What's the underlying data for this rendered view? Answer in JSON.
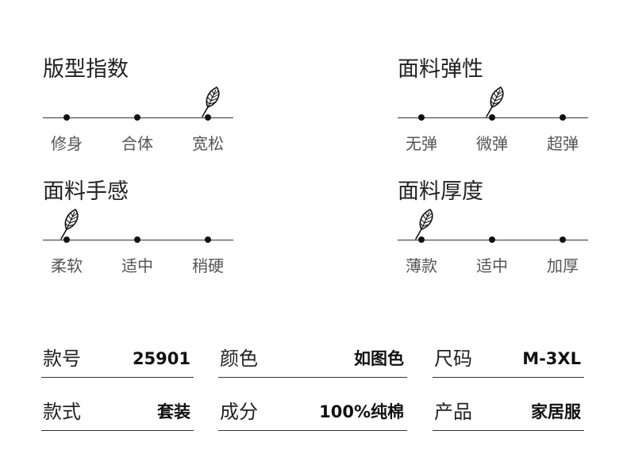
{
  "scales": [
    {
      "title": "版型指数",
      "options": [
        "修身",
        "合体",
        "宽松"
      ],
      "selected": 2
    },
    {
      "title": "面料弹性",
      "options": [
        "无弹",
        "微弹",
        "超弹"
      ],
      "selected": 1
    },
    {
      "title": "面料手感",
      "options": [
        "柔软",
        "适中",
        "稍硬"
      ],
      "selected": 0
    },
    {
      "title": "面料厚度",
      "options": [
        "薄款",
        "适中",
        "加厚"
      ],
      "selected": 0
    }
  ],
  "specs": {
    "row1": [
      {
        "key": "款号",
        "value": "25901"
      },
      {
        "key": "颜色",
        "value": "如图色"
      },
      {
        "key": "尺码",
        "value": "M-3XL"
      }
    ],
    "row2": [
      {
        "key": "款式",
        "value": "套装"
      },
      {
        "key": "成分",
        "value": "100%纯棉"
      },
      {
        "key": "产品",
        "value": "家居服"
      }
    ]
  },
  "icons": {
    "marker": "feather-icon"
  }
}
